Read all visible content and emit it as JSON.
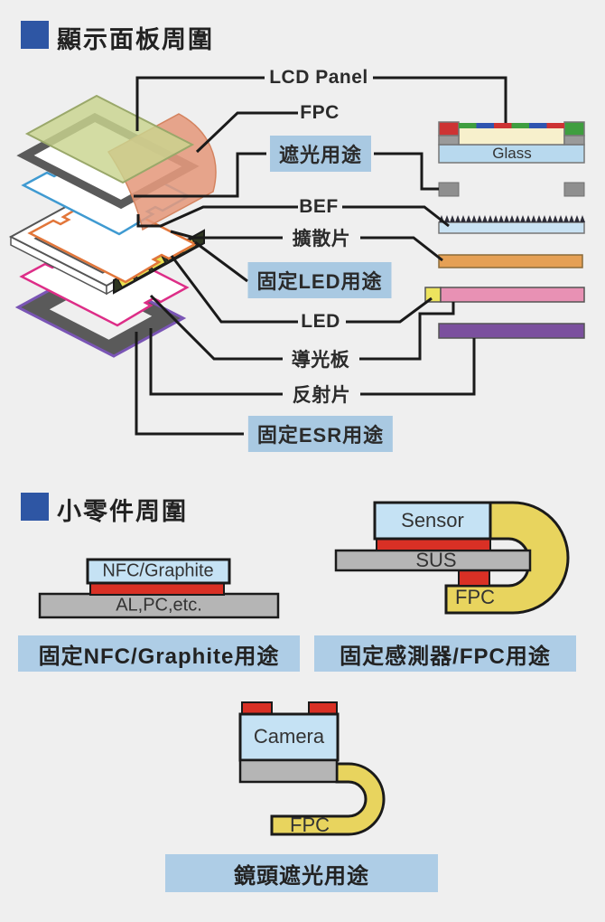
{
  "section_display": {
    "title": "顯示面板周圍",
    "labels": {
      "lcd_panel": "LCD Panel",
      "fpc": "FPC",
      "shading": "遮光用途",
      "bef": "BEF",
      "diffuser": "擴散片",
      "led_fix": "固定LED用途",
      "led": "LED",
      "light_guide": "導光板",
      "reflector": "反射片",
      "esr_fix": "固定ESR用途",
      "glass": "Glass"
    }
  },
  "section_parts": {
    "title": "小零件周圍",
    "nfc": {
      "top": "NFC/Graphite",
      "base": "AL,PC,etc.",
      "caption": "固定NFC/Graphite用途"
    },
    "sensor": {
      "top": "Sensor",
      "plate": "SUS",
      "fpc": "FPC",
      "caption": "固定感測器/FPC用途"
    },
    "camera": {
      "top": "Camera",
      "fpc": "FPC",
      "caption": "鏡頭遮光用途"
    }
  },
  "colors": {
    "background": "#efefef",
    "accent_blue": "#2e56a4",
    "label_highlight": "#a9c9e2",
    "caption_band": "#aecde6",
    "connector_line": "#1a1a1a",
    "lcd_green": "#c9d48f",
    "fpc_salmon": "#e59a7d",
    "bef_blue": "#3f9ad1",
    "diffuser_orange": "#e2763a",
    "light_guide_pink": "#dd2d87",
    "reflector_purple": "#7a55b5",
    "led_yellow": "#e8e050",
    "tape_gray": "#8f8f8f",
    "fpc_yellow": "#e8d45e",
    "red": "#d93025",
    "glass_blue": "#b8d9ee"
  }
}
